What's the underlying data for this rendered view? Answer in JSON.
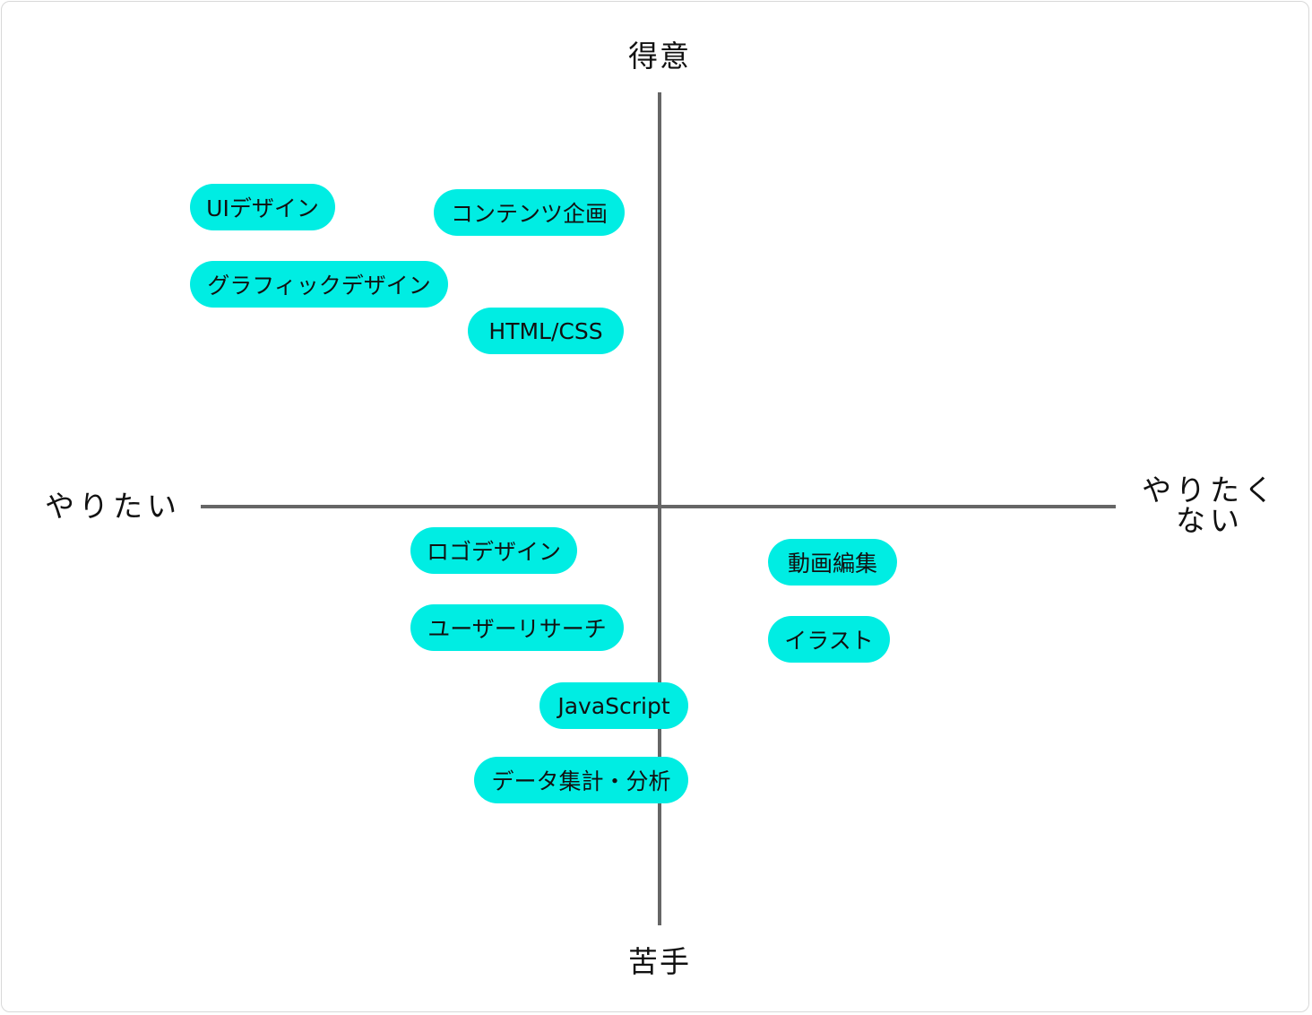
{
  "axes": {
    "top": "得意",
    "bottom": "苦手",
    "left": "やりたい",
    "right_line1": "やりたく",
    "right_line2": "ない"
  },
  "tags": [
    {
      "id": "ui-design",
      "label": "UIデザイン"
    },
    {
      "id": "content-planning",
      "label": "コンテンツ企画"
    },
    {
      "id": "graphic-design",
      "label": "グラフィックデザイン"
    },
    {
      "id": "html-css",
      "label": "HTML/CSS"
    },
    {
      "id": "logo-design",
      "label": "ロゴデザイン"
    },
    {
      "id": "video-editing",
      "label": "動画編集"
    },
    {
      "id": "user-research",
      "label": "ユーザーリサーチ"
    },
    {
      "id": "illustration",
      "label": "イラスト"
    },
    {
      "id": "javascript",
      "label": "JavaScript"
    },
    {
      "id": "data-analysis",
      "label": "データ集計・分析"
    }
  ],
  "colors": {
    "tag_fill": "#00ede3",
    "axis": "#666666",
    "text": "#111111"
  }
}
